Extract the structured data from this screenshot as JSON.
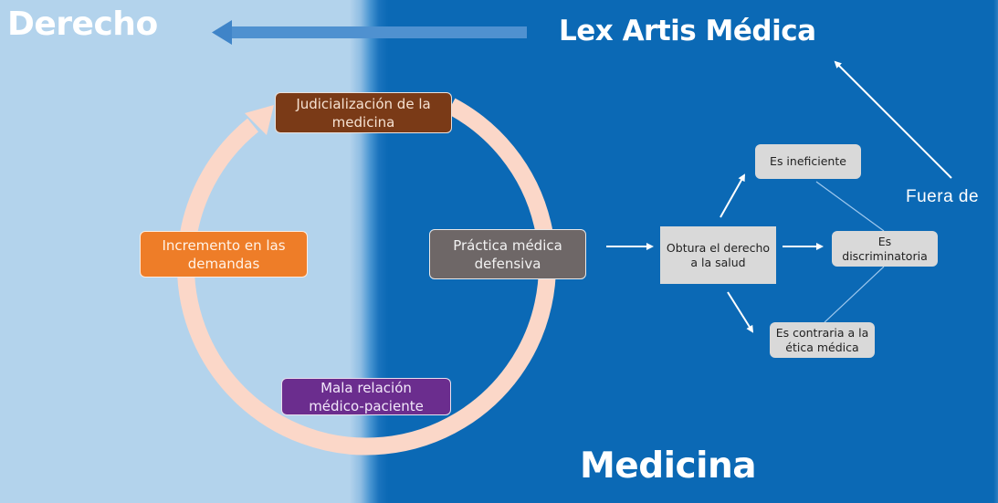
{
  "titles": {
    "left_region": "Derecho",
    "top_right": "Lex Artis Médica",
    "bottom_region": "Medicina",
    "side_label": "Fuera de"
  },
  "cycle": {
    "description": "Circular cycle (clockwise arrow ring)",
    "nodes": [
      {
        "id": "judicializacion",
        "label": "Judicialización de la medicina",
        "color": "#7a3a17"
      },
      {
        "id": "practica",
        "label": "Práctica médica defensiva",
        "color": "#6e6767"
      },
      {
        "id": "mala",
        "label": "Mala relación médico-paciente",
        "color": "#6b2d8e"
      },
      {
        "id": "incremento",
        "label": "Incremento en las demandas",
        "color": "#ee7d28"
      }
    ],
    "ring_color": "#fbd7c8"
  },
  "consequences": {
    "source": "Obtura el derecho a la salud",
    "targets": [
      "Es ineficiente",
      "Es discriminatoria",
      "Es contraria a la ética médica"
    ],
    "box_color": "#d9d9d9"
  },
  "edges": [
    {
      "from": "Lex Artis Médica",
      "to": "Derecho",
      "style": "thick-arrow"
    },
    {
      "from": "Práctica médica defensiva",
      "to": "Obtura el derecho a la salud",
      "style": "arrow"
    },
    {
      "from": "Obtura el derecho a la salud",
      "to": "Es ineficiente",
      "style": "arrow"
    },
    {
      "from": "Obtura el derecho a la salud",
      "to": "Es discriminatoria",
      "style": "arrow"
    },
    {
      "from": "Obtura el derecho a la salud",
      "to": "Es contraria a la ética médica",
      "style": "arrow"
    },
    {
      "from": "Es ineficiente",
      "to": "Es discriminatoria",
      "style": "line"
    },
    {
      "from": "Es discriminatoria",
      "to": "Es contraria a la ética médica",
      "style": "line"
    },
    {
      "from": "Fuera de",
      "to": "Lex Artis Médica",
      "style": "arrow"
    }
  ],
  "colors": {
    "derecho_bg": "#b3d3ec",
    "medicina_bg": "#0b69b5",
    "big_arrow": "#4f91d0"
  }
}
